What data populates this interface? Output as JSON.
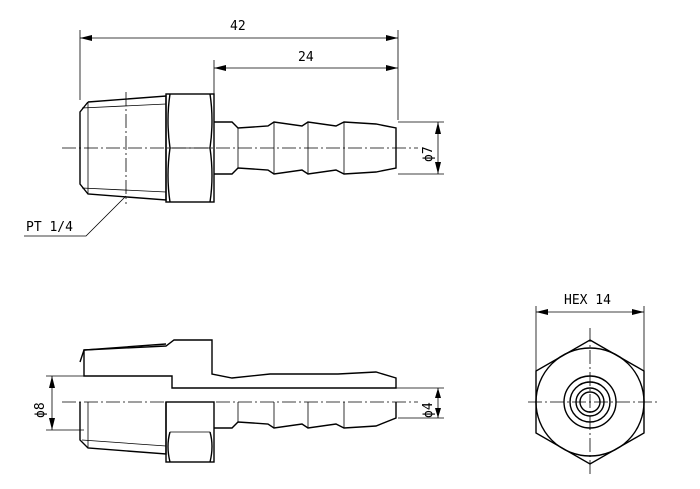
{
  "drawing": {
    "dimensions": {
      "overall_length": "42",
      "barb_length": "24",
      "barb_diameter": "ϕ7",
      "thread_callout": "PT 1/4",
      "thread_diameter": "ϕ8",
      "bore_diameter": "ϕ4",
      "hex_size": "HEX 14"
    },
    "views": [
      "side-view",
      "section-view",
      "end-view"
    ],
    "line_color": "#000000"
  }
}
